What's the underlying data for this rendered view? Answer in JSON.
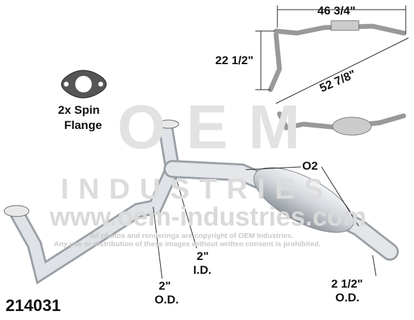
{
  "watermark": {
    "logo_text": "OEM",
    "logo_sub": "INDUSTRIES",
    "url": "www.oem-industries.com",
    "copyright_line1": "All photos and renderings are copyright of OEM Industries.",
    "copyright_line2": "Any use or distribution of these images without written consent is prohibited."
  },
  "dimensions": {
    "width_top": "46 3/4\"",
    "height": "22 1/2\"",
    "diagonal": "52 7/8\""
  },
  "flange_note": {
    "line1": "2x Spin",
    "line2": "Flange"
  },
  "callouts": {
    "o2": "O2",
    "inlet_id_size": "2\"",
    "inlet_id_label": "I.D.",
    "inlet_od_size": "2\"",
    "inlet_od_label": "O.D.",
    "outlet_size": "2 1/2\"",
    "outlet_label": "O.D."
  },
  "part_number": "214031",
  "colors": {
    "pipe": "#cfd3d8",
    "text": "#111111",
    "watermark": "#d6d6d6"
  }
}
